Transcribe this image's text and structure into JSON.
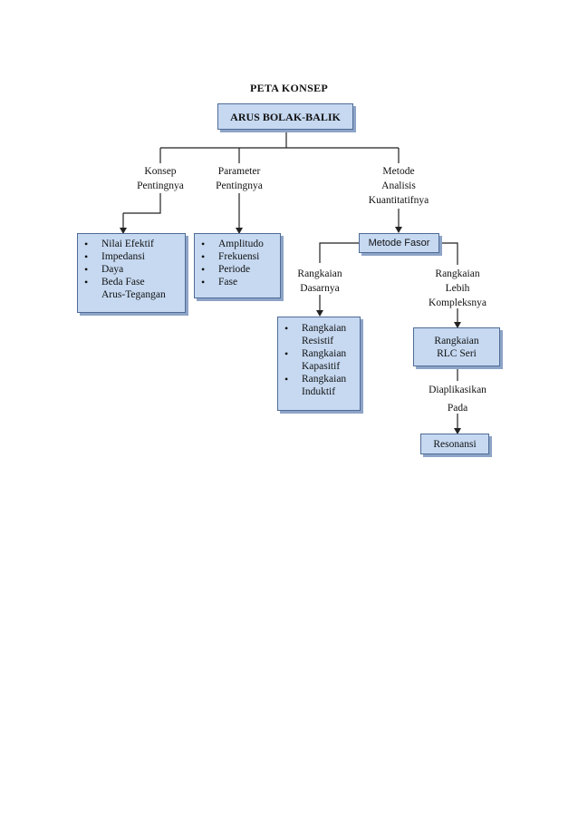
{
  "title": "PETA KONSEP",
  "root": "ARUS BOLAK-BALIK",
  "branches": {
    "konsep_label": [
      "Konsep",
      "Pentingnya"
    ],
    "parameter_label": [
      "Parameter",
      "Pentingnya"
    ],
    "metode_label": [
      "Metode",
      "Analisis",
      "Kuantitatifnya"
    ]
  },
  "konsep_list": [
    "Nilai Efektif",
    "Impedansi",
    "Daya",
    "Beda Fase\nArus-Tegangan"
  ],
  "parameter_list": [
    "Amplitudo",
    "Frekuensi",
    "Periode",
    "Fase"
  ],
  "metode_fasor": "Metode Fasor",
  "dasar_label": [
    "Rangkaian",
    "Dasarnya"
  ],
  "kompleks_label": [
    "Rangkaian",
    "Lebih",
    "Kompleksnya"
  ],
  "rangkaian_list": [
    "Rangkaian\nResistif",
    "Rangkaian\nKapasitif",
    "Rangkaian\nInduktif"
  ],
  "rlc_box": [
    "Rangkaian",
    "RLC Seri"
  ],
  "diaplikasikan_label": [
    "Diaplikasikan",
    "Pada"
  ],
  "resonansi": "Resonansi"
}
